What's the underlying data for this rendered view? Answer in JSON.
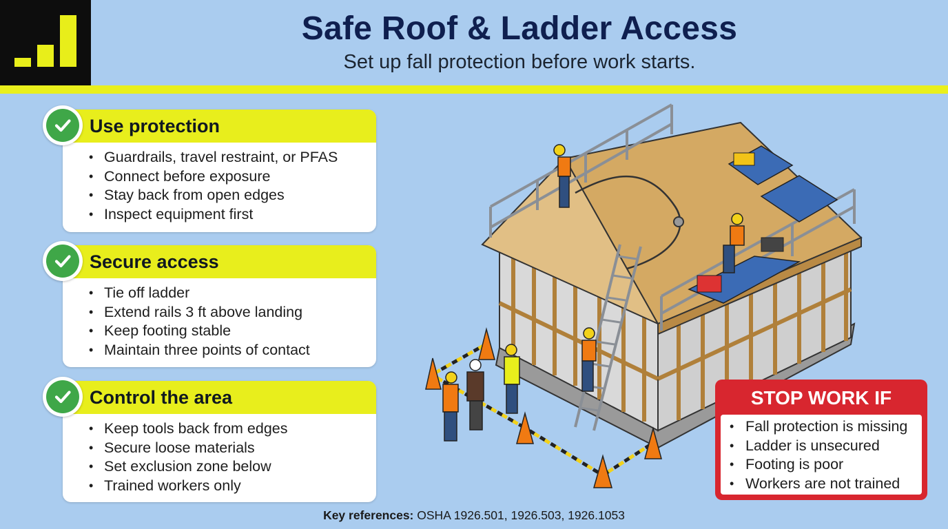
{
  "header": {
    "title": "Safe Roof & Ladder Access",
    "subtitle": "Set up fall protection before work starts."
  },
  "logo": {
    "icon": "bar-chart-icon",
    "color": "#e8ee1a"
  },
  "cards": [
    {
      "title": "Use protection",
      "items": [
        "Guardrails, travel restraint, or PFAS",
        "Connect before exposure",
        "Stay back from open edges",
        "Inspect equipment first"
      ]
    },
    {
      "title": "Secure access",
      "items": [
        "Tie off ladder",
        "Extend rails 3 ft above landing",
        "Keep footing stable",
        "Maintain three points of contact"
      ]
    },
    {
      "title": "Control the area",
      "items": [
        "Keep tools back from edges",
        "Secure loose materials",
        "Set exclusion zone below",
        "Trained workers only"
      ]
    }
  ],
  "stop": {
    "title": "STOP WORK IF",
    "items": [
      "Fall protection is missing",
      "Ladder is unsecured",
      "Footing is poor",
      "Workers are not trained"
    ]
  },
  "refs": {
    "label": "Key references:",
    "text": "OSHA 1926.501, 1926.503, 1926.1053"
  },
  "colors": {
    "background": "#aaccef",
    "accent_yellow": "#e8ee1c",
    "check_green": "#3fa748",
    "stop_red": "#d8262f",
    "title_navy": "#0f1f4f"
  }
}
